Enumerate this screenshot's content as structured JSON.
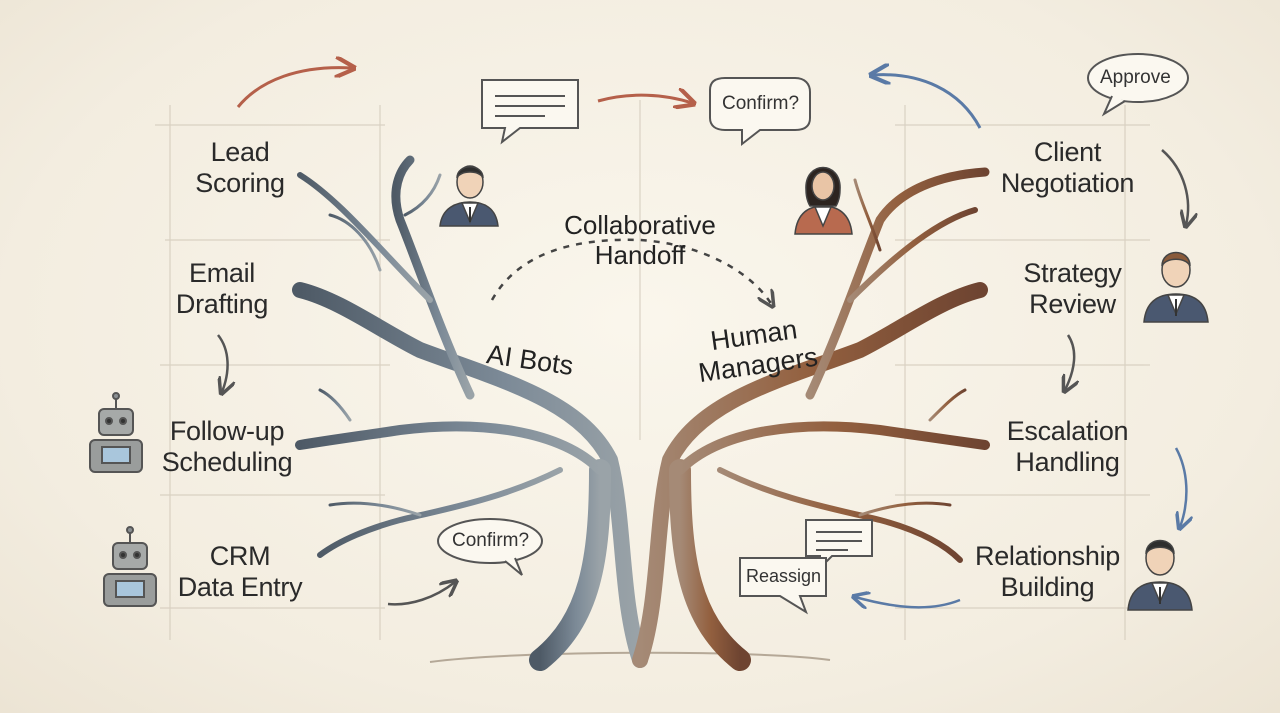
{
  "left_tasks": [
    {
      "line1": "Lead",
      "line2": "Scoring"
    },
    {
      "line1": "Email",
      "line2": "Drafting"
    },
    {
      "line1": "Follow-up",
      "line2": "Scheduling"
    },
    {
      "line1": "CRM",
      "line2": "Data Entry"
    }
  ],
  "right_tasks": [
    {
      "line1": "Client",
      "line2": "Negotiation"
    },
    {
      "line1": "Strategy",
      "line2": "Review"
    },
    {
      "line1": "Escalation",
      "line2": "Handling"
    },
    {
      "line1": "Relationship",
      "line2": "Building"
    }
  ],
  "center": {
    "handoff_line1": "Collaborative",
    "handoff_line2": "Handoff",
    "left_trunk": "AI Bots",
    "right_trunk_line1": "Human",
    "right_trunk_line2": "Managers"
  },
  "bubbles": {
    "confirm_top": "Confirm?",
    "approve": "Approve",
    "confirm_bottom": "Confirm?",
    "reassign": "Reassign"
  },
  "colors": {
    "bot_tree": "#6f7d8a",
    "human_tree": "#9a6a4f",
    "red_arrow": "#b5604a",
    "blue_arrow": "#5a7aa6",
    "gray_arrow": "#666666"
  }
}
